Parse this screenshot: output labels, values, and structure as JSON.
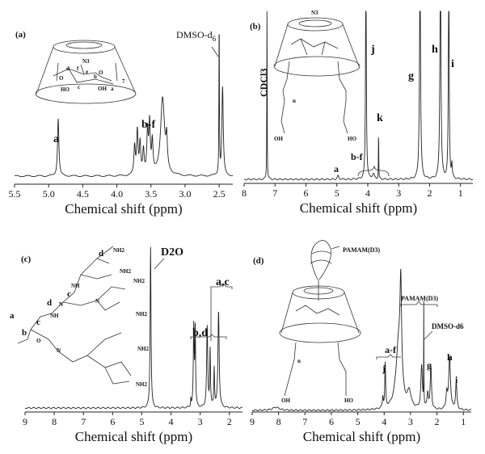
{
  "chart_data": [
    {
      "type": "line",
      "panel": "(a)",
      "xlabel": "Chemical shift (ppm)",
      "xlim": [
        5.5,
        2.3
      ],
      "ticks": [
        "5.5",
        "5.0",
        "4.5",
        "4.0",
        "3.5",
        "3.0",
        "2.5"
      ],
      "peaks": [
        [
          4.86,
          0.37,
          0.012
        ],
        [
          3.74,
          0.18,
          0.012
        ],
        [
          3.7,
          0.28,
          0.012
        ],
        [
          3.66,
          0.2,
          0.012
        ],
        [
          3.61,
          0.15,
          0.012
        ],
        [
          3.55,
          0.27,
          0.012
        ],
        [
          3.52,
          0.32,
          0.012
        ],
        [
          3.48,
          0.2,
          0.012
        ],
        [
          3.33,
          0.5,
          0.035
        ],
        [
          3.27,
          0.18,
          0.012
        ],
        [
          2.5,
          1.0,
          0.004
        ],
        [
          2.45,
          0.57,
          0.012
        ]
      ],
      "labels": {
        "a": "a",
        "bf": "b-f",
        "solvent": "DMSO-d",
        "solvent_sub": "6"
      },
      "structure": {
        "n3": "N3",
        "ho": "HO",
        "oh": "OH",
        "o1": "O",
        "o2": "O",
        "n7": "7",
        "c": "c",
        "b": "b",
        "d": "d",
        "e": "e",
        "f": "f",
        "a": "a"
      }
    },
    {
      "type": "line",
      "panel": "(b)",
      "xlabel": "Chemical shift (ppm)",
      "xlim": [
        8,
        0.6
      ],
      "ticks": [
        "8",
        "7",
        "6",
        "5",
        "4",
        "3",
        "2",
        "1"
      ],
      "peaks": [
        [
          7.26,
          1.2,
          0.006
        ],
        [
          4.96,
          0.02,
          0.03
        ],
        [
          4.06,
          1.3,
          0.015
        ],
        [
          3.82,
          0.03,
          0.04
        ],
        [
          3.65,
          0.3,
          0.006
        ],
        [
          2.31,
          1.3,
          0.02
        ],
        [
          1.65,
          1.3,
          0.02
        ],
        [
          1.38,
          1.3,
          0.015
        ],
        [
          1.28,
          0.08,
          0.015
        ]
      ],
      "labels": {
        "solvent": "CDCl3",
        "a": "a",
        "bf": "b-f",
        "j": "j",
        "k": "k",
        "g": "g",
        "h": "h",
        "i": "i"
      },
      "structure": {
        "n3": "N3",
        "oh": "OH",
        "ho": "HO",
        "n": "n"
      }
    },
    {
      "type": "line",
      "panel": "(c)",
      "xlabel": "Chemical shift (ppm)",
      "xlim": [
        9,
        1.55
      ],
      "ticks": [
        "9",
        "8",
        "7",
        "6",
        "5",
        "4",
        "3",
        "2"
      ],
      "peaks": [
        [
          4.7,
          1.0,
          0.018
        ],
        [
          3.32,
          0.05,
          0.01
        ],
        [
          3.22,
          0.5,
          0.018
        ],
        [
          3.17,
          0.47,
          0.015
        ],
        [
          2.76,
          0.5,
          0.022
        ],
        [
          2.66,
          0.36,
          0.015
        ],
        [
          2.52,
          0.24,
          0.015
        ],
        [
          2.37,
          0.6,
          0.025
        ]
      ],
      "labels": {
        "solvent": "D2O",
        "bd": "b,d",
        "ac": "a,c"
      },
      "structure": {
        "a": "a",
        "b": "b",
        "c": "c",
        "d": "d",
        "nh2": "NH2",
        "nh": "NH",
        "n": "N",
        "o": "O"
      }
    },
    {
      "type": "line",
      "panel": "(d)",
      "xlabel": "Chemical shift (ppm)",
      "xlim": [
        9,
        0.7
      ],
      "ticks": [
        "9",
        "8",
        "7",
        "6",
        "5",
        "4",
        "3",
        "2",
        "1"
      ],
      "peaks": [
        [
          8.1,
          0.02,
          0.15
        ],
        [
          4.05,
          0.07,
          0.02
        ],
        [
          3.96,
          0.28,
          0.018
        ],
        [
          3.45,
          0.42,
          0.12
        ],
        [
          3.37,
          0.6,
          0.035
        ],
        [
          3.05,
          0.1,
          0.08
        ],
        [
          2.58,
          0.27,
          0.035
        ],
        [
          2.5,
          0.65,
          0.005
        ],
        [
          2.35,
          0.1,
          0.03
        ],
        [
          2.23,
          0.27,
          0.028
        ],
        [
          1.63,
          0.1,
          0.03
        ],
        [
          1.52,
          0.33,
          0.04
        ],
        [
          1.27,
          0.17,
          0.03
        ]
      ],
      "labels": {
        "pamam_top": "PAMAM(D3)",
        "pamam_bracket": "PAMAM(D3)",
        "solvent": "DMSO-d6",
        "af": "a-f",
        "j": "j",
        "g": "g",
        "h": "h",
        "i": "i"
      },
      "structure": {
        "oh": "OH",
        "ho": "HO",
        "n": "n"
      }
    }
  ]
}
